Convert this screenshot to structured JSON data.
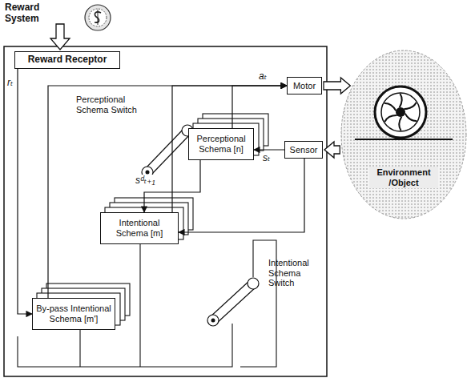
{
  "diagram": {
    "nodes": [
      {
        "text": [
          "Reward Receptor"
        ]
      },
      {
        "text": [
          "Motor"
        ]
      },
      {
        "text": [
          "Perceptional Schema [n]"
        ]
      },
      {
        "text": [
          "Sensor"
        ]
      },
      {
        "text": [
          "Environment /Object"
        ]
      },
      {
        "text": [
          "Intentional Schema [m]"
        ]
      },
      {
        "text": [
          "By-pass Intentional Schema [m']"
        ]
      }
    ],
    "edges": [
      {
        "from": 0,
        "to": 6,
        "label": "rₜ",
        "arrow": "to"
      },
      {
        "from": 6,
        "to": 1,
        "arrow": "to"
      },
      {
        "from": 5,
        "to": 1,
        "arrow": "to"
      },
      {
        "from": 2,
        "to": 1,
        "label": "aₜ",
        "arrow": "to"
      },
      {
        "from": 1,
        "to": 4,
        "arrow": "to"
      },
      {
        "from": 4,
        "to": 3,
        "arrow": "to"
      },
      {
        "from": 3,
        "to": 2,
        "label": "sₜ",
        "arrow": "to"
      },
      {
        "from": 3,
        "to": 5,
        "arrow": "to"
      },
      {
        "from": 2,
        "to": 5,
        "label": "sᵈₜ₊₁",
        "arrow": "to"
      }
    ],
    "labels": [
      "Reward System",
      "Perceptional Schema Switch",
      "Intentional Schema Switch"
    ]
  }
}
